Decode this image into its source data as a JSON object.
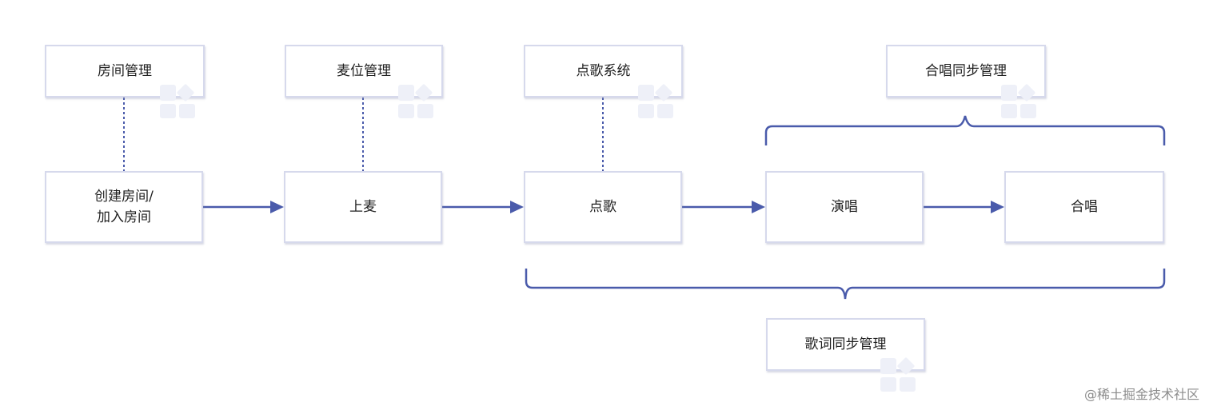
{
  "modules": {
    "room": "房间管理",
    "mic": "麦位管理",
    "song": "点歌系统",
    "chorus": "合唱同步管理",
    "lyric": "歌词同步管理"
  },
  "flow": {
    "step1": "创建房间/\n加入房间",
    "step2": "上麦",
    "step3": "点歌",
    "step4": "演唱",
    "step5": "合唱"
  },
  "watermark": "@稀土掘金技术社区",
  "colors": {
    "line": "#4a5bab",
    "box_border": "#d6d9ec",
    "deco": "#eef0f8",
    "watermark": "#8c8c8c"
  }
}
